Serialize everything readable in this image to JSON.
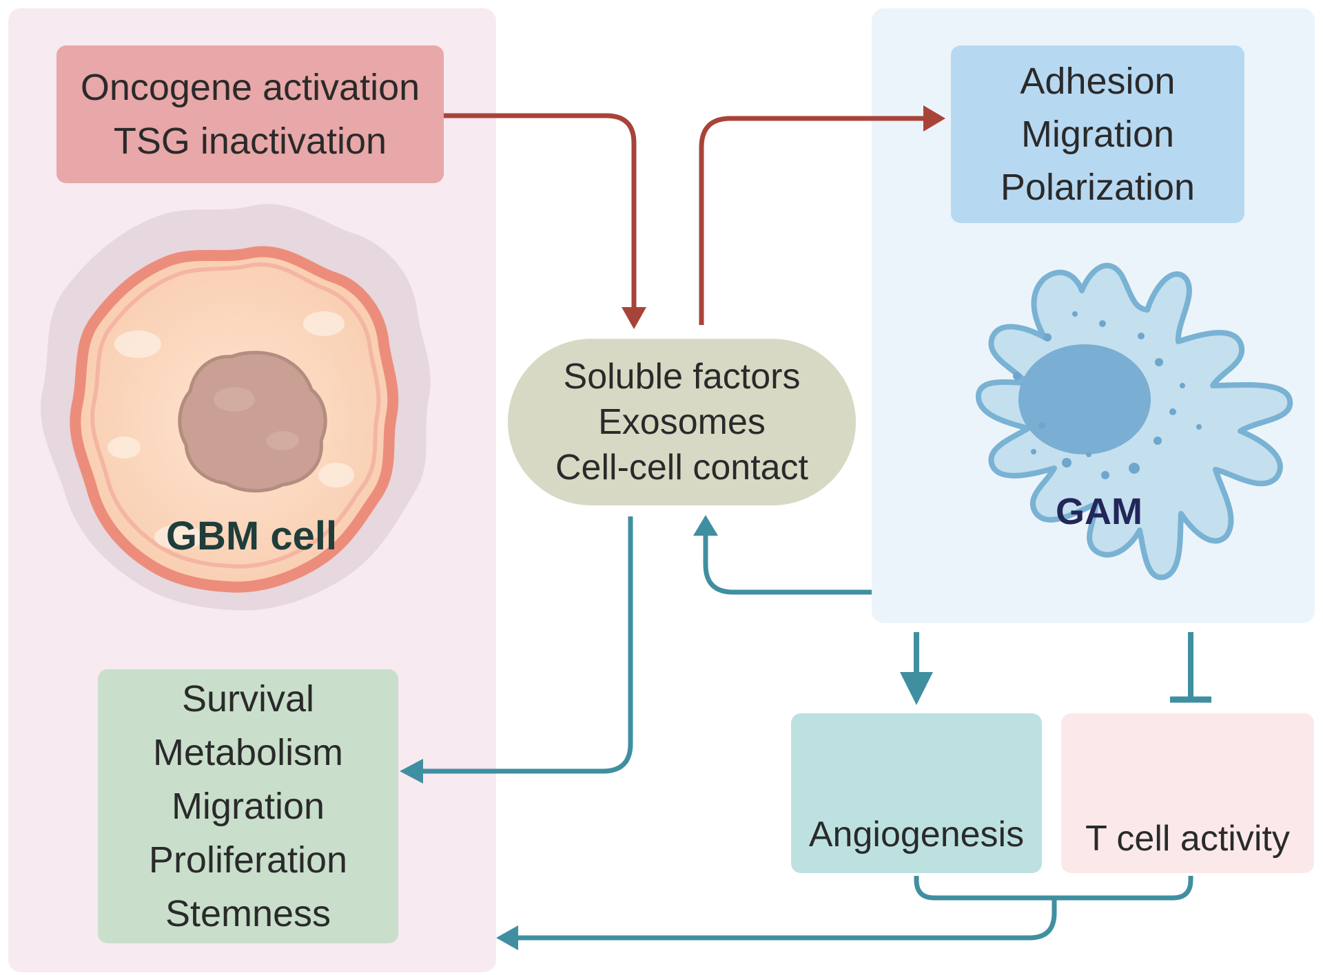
{
  "tumor_panel": {
    "oncogene_box": {
      "lines": [
        "Oncogene activation",
        "TSG inactivation"
      ]
    },
    "cell_label": "GBM cell",
    "outcomes_box": {
      "lines": [
        "Survival",
        "Metabolism",
        "Migration",
        "Proliferation",
        "Stemness"
      ]
    }
  },
  "mediators_box": {
    "lines": [
      "Soluble factors",
      "Exosomes",
      "Cell-cell contact"
    ]
  },
  "gam_panel": {
    "effects_box": {
      "lines": [
        "Adhesion",
        "Migration",
        "Polarization"
      ]
    },
    "cell_label": "GAM"
  },
  "angiogenesis_box": {
    "label": "Angiogenesis"
  },
  "tcell_box": {
    "label": "T cell activity"
  },
  "colors": {
    "tumor_panel_bg": "#f7eaf0",
    "gam_panel_bg": "#ecf4fb",
    "red_arrow": "#a8433a",
    "teal_arrow": "#3f8fa0"
  }
}
